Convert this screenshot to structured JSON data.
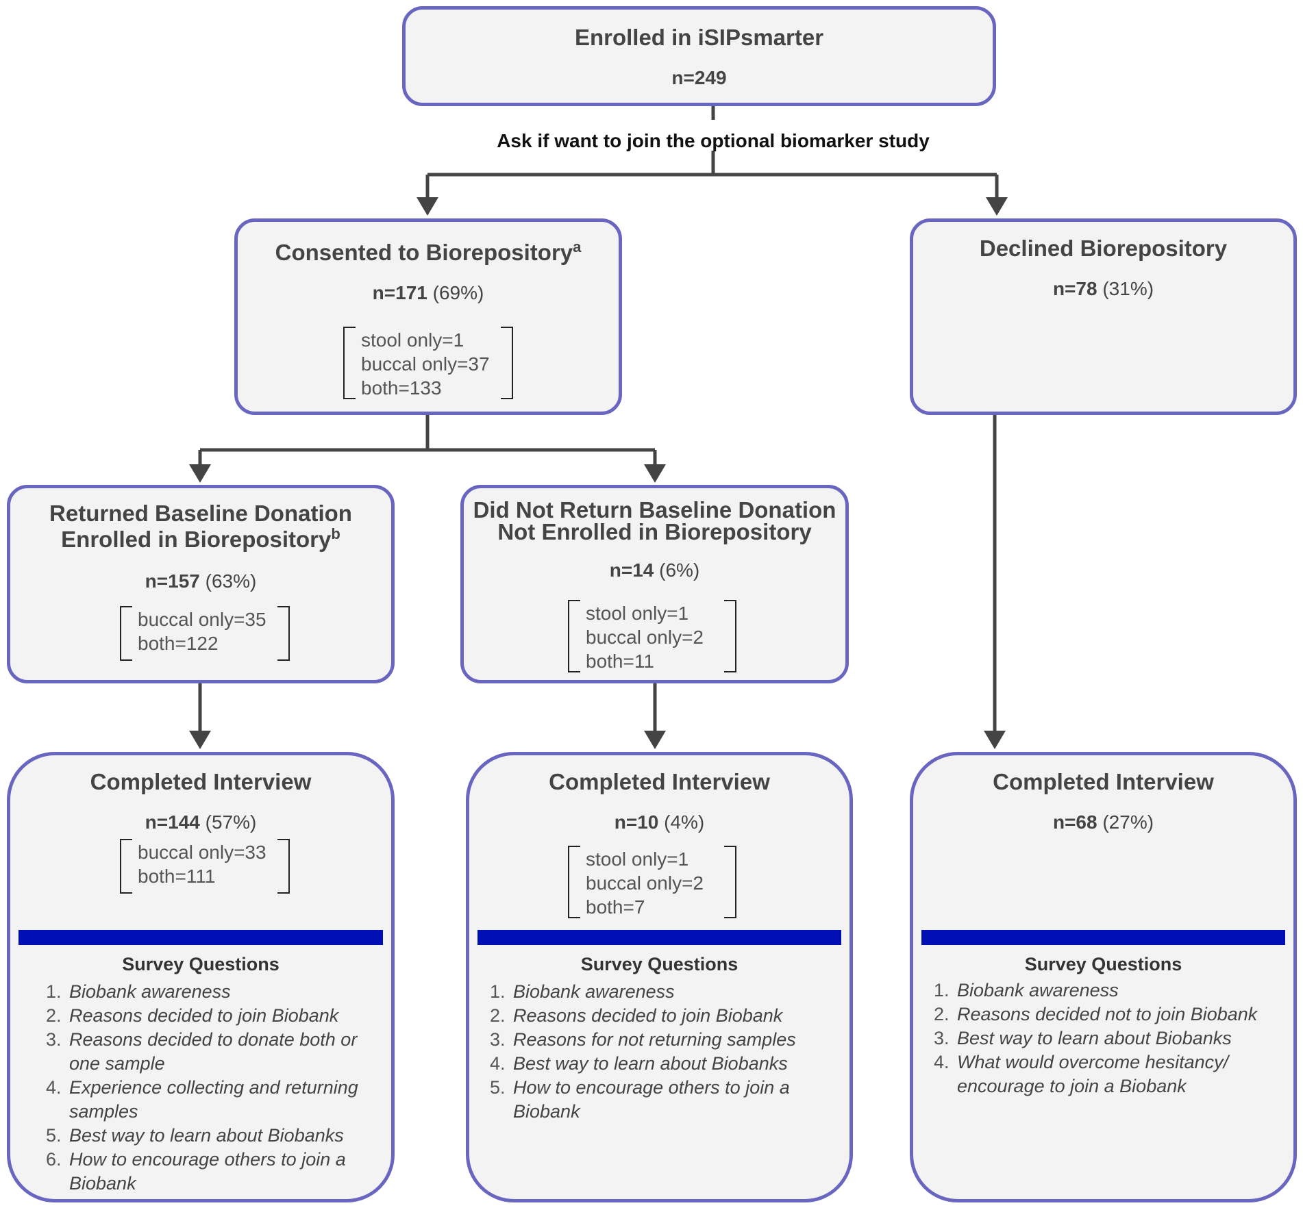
{
  "top": {
    "title": "Enrolled in iSIPsmarter",
    "count": "n=249"
  },
  "question_label": "Ask if  want to join the optional biomarker study",
  "consented": {
    "title": "Consented to Biorepository",
    "sup": "a",
    "count": "n=171",
    "pct": "(69%)",
    "items": [
      "stool only=1",
      "buccal only=37",
      "both=133"
    ]
  },
  "declined": {
    "title": "Declined Biorepository",
    "count": "n=78",
    "pct": "(31%)"
  },
  "returned": {
    "title_line1": "Returned Baseline Donation",
    "title_line2": "Enrolled in Biorepository",
    "sup": "b",
    "count": "n=157",
    "pct": "(63%)",
    "items": [
      "buccal only=35",
      "both=122"
    ]
  },
  "not_returned": {
    "title_line1": "Did Not Return Baseline Donation",
    "title_line2": "Not Enrolled in Biorepository",
    "count": "n=14",
    "pct": "(6%)",
    "items": [
      "stool only=1",
      "buccal only=2",
      "both=11"
    ]
  },
  "interview1": {
    "title": "Completed Interview",
    "count": "n=144",
    "pct": "(57%)",
    "items": [
      "buccal only=33",
      "both=111"
    ],
    "survey_title": "Survey Questions",
    "questions": [
      "Biobank awareness",
      "Reasons decided to join Biobank",
      "Reasons decided to donate both or one sample",
      "Experience collecting and returning samples",
      "Best way to learn about Biobanks",
      "How to encourage others to join a Biobank"
    ]
  },
  "interview2": {
    "title": "Completed Interview",
    "count": "n=10",
    "pct": "(4%)",
    "items": [
      "stool only=1",
      "buccal only=2",
      "both=7"
    ],
    "survey_title": "Survey Questions",
    "questions": [
      "Biobank awareness",
      "Reasons decided to join Biobank",
      "Reasons for not returning samples",
      "Best way to learn about Biobanks",
      "How to encourage others to join a Biobank"
    ]
  },
  "interview3": {
    "title": "Completed Interview",
    "count": "n=68",
    "pct": "(27%)",
    "survey_title": "Survey Questions",
    "questions": [
      "Biobank awareness",
      "Reasons decided not to join Biobank",
      "Best way to learn about Biobanks",
      "What would overcome hesitancy/ encourage to join a Biobank"
    ]
  },
  "colors": {
    "box_border": "#6966c1",
    "box_fill": "#f3f3f3",
    "bar": "#0010b5",
    "connector": "#444444"
  }
}
